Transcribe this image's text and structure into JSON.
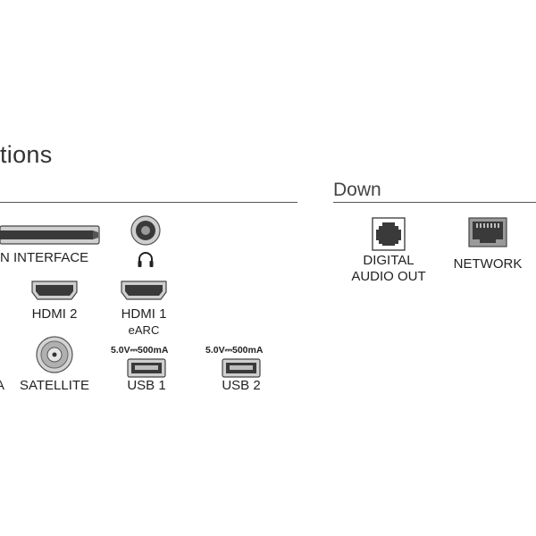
{
  "page": {
    "title": "tions",
    "sections": {
      "left_label": "",
      "down_label": "Down"
    }
  },
  "ports": {
    "ci_interface": {
      "label": "N INTERFACE",
      "icon": "ci-slot-icon"
    },
    "headphone": {
      "icon": "headphone-jack-icon",
      "sub_icon": "headphones-icon"
    },
    "hdmi2": {
      "label": "HDMI 2",
      "icon": "hdmi-port-icon"
    },
    "hdmi1": {
      "label": "HDMI 1",
      "sublabel": "eARC",
      "icon": "hdmi-port-icon"
    },
    "satellite": {
      "label": "SATELLITE",
      "icon": "satellite-connector-icon"
    },
    "usb1": {
      "label": "USB 1",
      "spec": "5.0V⎓500mA",
      "icon": "usb-port-icon"
    },
    "usb2": {
      "label": "USB 2",
      "spec": "5.0V⎓500mA",
      "icon": "usb-port-icon"
    },
    "partial_left_label": "A",
    "digital_audio": {
      "label_line1": "DIGITAL",
      "label_line2": "AUDIO OUT",
      "icon": "optical-port-icon"
    },
    "network": {
      "label": "NETWORK",
      "icon": "ethernet-port-icon"
    }
  },
  "colors": {
    "port_dark": "#3a3a3a",
    "port_light": "#cfcfcf",
    "rule": "#555555"
  }
}
